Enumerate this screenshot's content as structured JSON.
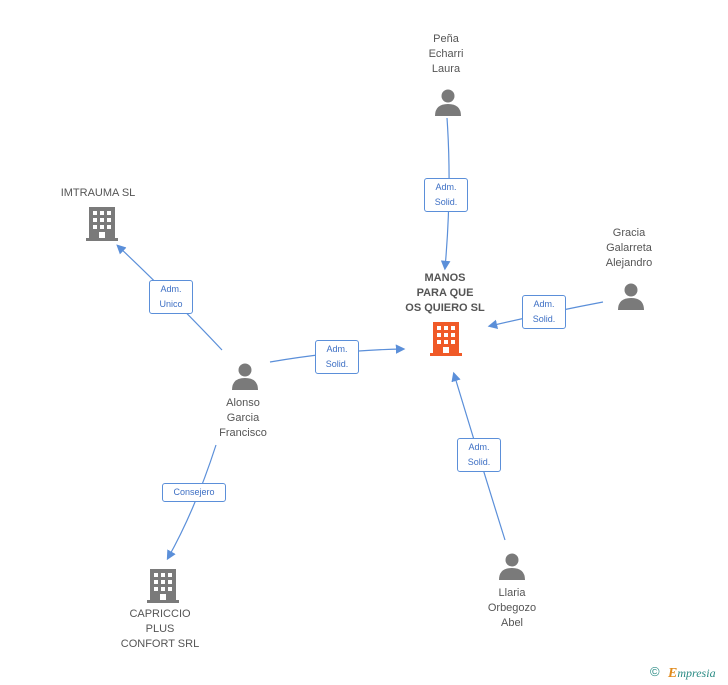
{
  "nodes": {
    "main": {
      "lines": [
        "MANOS",
        "PARA QUE",
        "OS QUIERO SL"
      ],
      "type": "company",
      "color": "#f05a28"
    },
    "pena": {
      "lines": [
        "Peña",
        "Echarri",
        "Laura"
      ],
      "type": "person"
    },
    "gracia": {
      "lines": [
        "Gracia",
        "Galarreta",
        "Alejandro"
      ],
      "type": "person"
    },
    "llaria": {
      "lines": [
        "Llaria",
        "Orbegozo",
        "Abel"
      ],
      "type": "person"
    },
    "alonso": {
      "lines": [
        "Alonso",
        "Garcia",
        "Francisco"
      ],
      "type": "person"
    },
    "imtrauma": {
      "lines": [
        "IMTRAUMA SL"
      ],
      "type": "company"
    },
    "capriccio": {
      "lines": [
        "CAPRICCIO",
        "PLUS",
        "CONFORT SRL"
      ],
      "type": "company"
    }
  },
  "edges": {
    "pena_main": {
      "lines": [
        "Adm.",
        "Solid."
      ]
    },
    "gracia_main": {
      "lines": [
        "Adm.",
        "Solid."
      ]
    },
    "llaria_main": {
      "lines": [
        "Adm.",
        "Solid."
      ]
    },
    "alonso_main": {
      "lines": [
        "Adm.",
        "Solid."
      ]
    },
    "alonso_imtrauma": {
      "lines": [
        "Adm.",
        "Unico"
      ]
    },
    "alonso_capriccio": {
      "lines": [
        "Consejero"
      ]
    }
  },
  "colors": {
    "edge": "#5b8fd9",
    "node_icon": "#7a7a7a",
    "main_icon": "#f05a28"
  },
  "footer": {
    "copyright": "©",
    "brand_initial": "E",
    "brand_rest": "mpresia"
  }
}
